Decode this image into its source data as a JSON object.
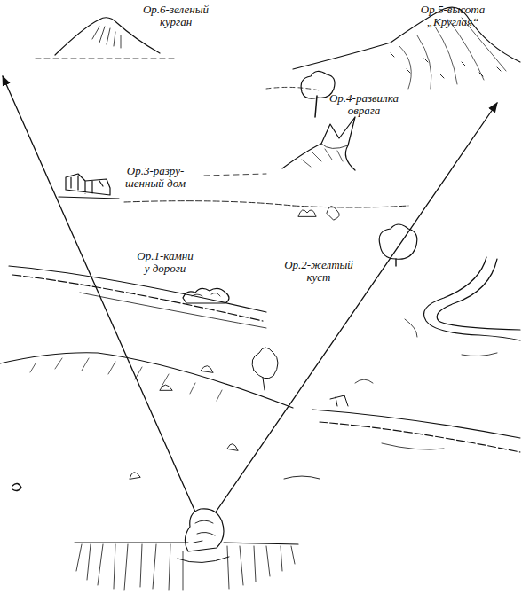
{
  "diagram": {
    "labels": [
      "Ор.6-зеленый курган",
      "Ор.5-высота „Круглая“",
      "Ор.4-развилка оврага",
      "Ор.3-разру- шенный дом",
      "Ор.1-камни у дороги",
      "Ор.2-желтый куст"
    ]
  }
}
